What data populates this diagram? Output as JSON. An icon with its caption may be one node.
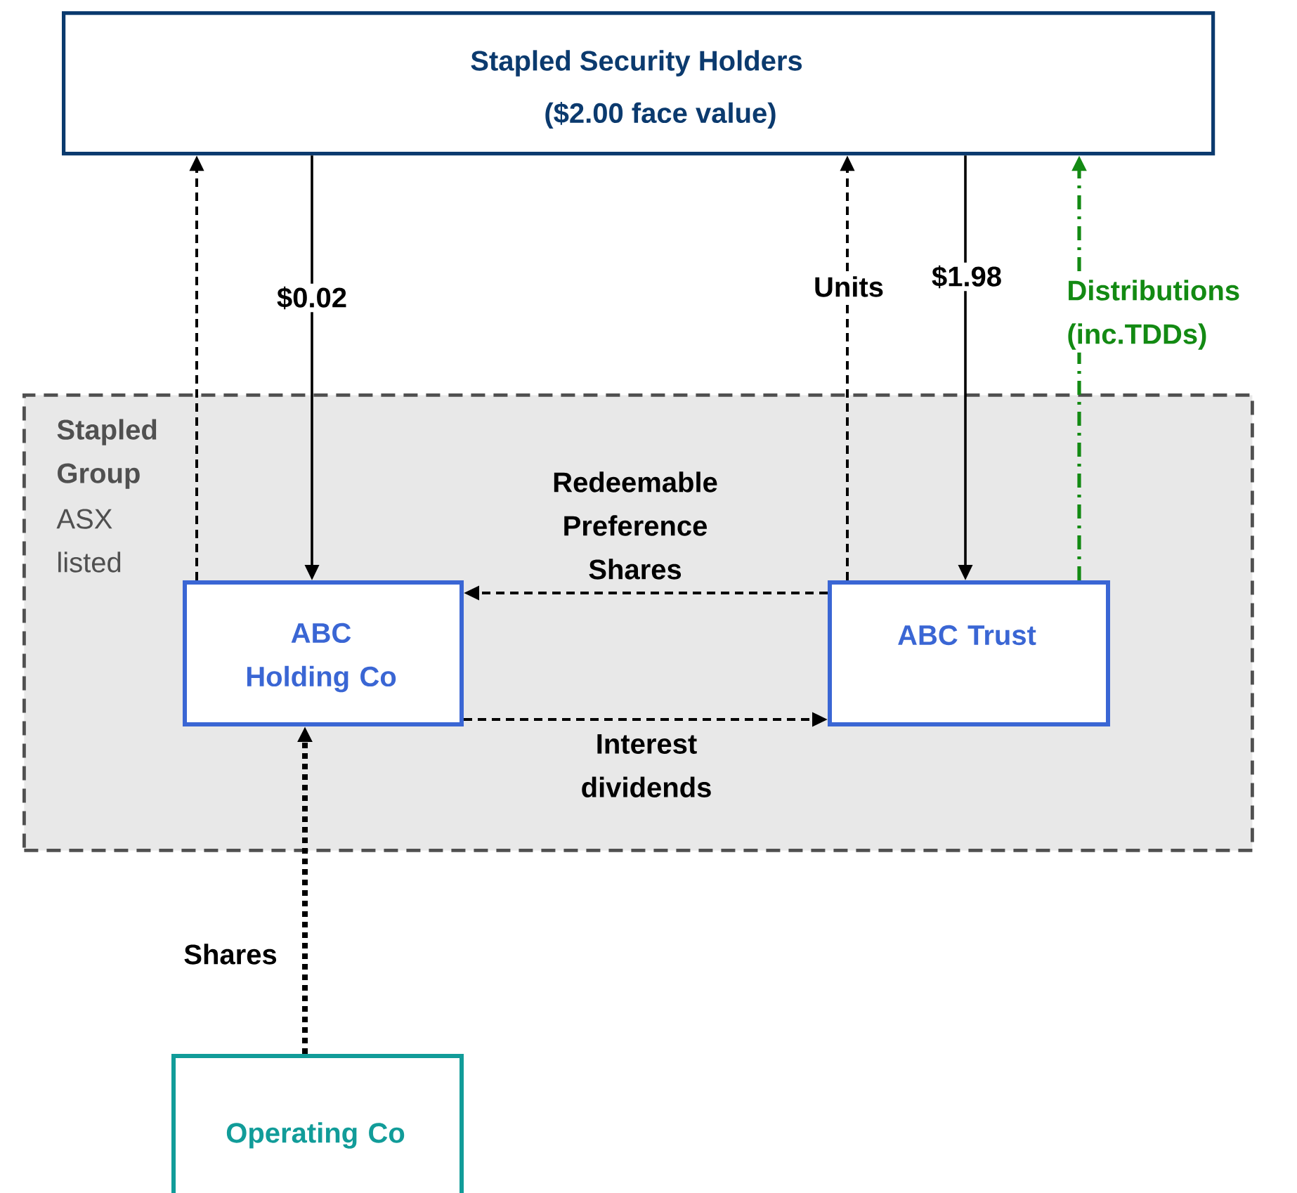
{
  "diagram": {
    "nodes": [
      {
        "text": [
          "Stapled Security Holders",
          "($2.00 face value)"
        ]
      },
      {
        "text": [
          "Stapled Group",
          "ASX listed"
        ]
      },
      {
        "text": [
          "ABC Holding Co"
        ],
        "in": 1
      },
      {
        "text": [
          "ABC Trust"
        ],
        "in": 1
      },
      {
        "text": [
          "Operating Co"
        ]
      }
    ],
    "edges": [
      {
        "from": 2,
        "to": 0,
        "arrow": "to",
        "style": "dashed"
      },
      {
        "from": 0,
        "to": 2,
        "arrow": "to",
        "label": "$0.02"
      },
      {
        "from": 3,
        "to": 0,
        "arrow": "to",
        "style": "dashed",
        "label": "Units"
      },
      {
        "from": 0,
        "to": 3,
        "arrow": "to",
        "label": "$1.98"
      },
      {
        "from": 3,
        "to": 0,
        "arrow": "to",
        "style": "dashed",
        "color": "#138a13",
        "label": "Distributions (inc.TDDs)"
      },
      {
        "from": 3,
        "to": 2,
        "arrow": "to",
        "style": "dashed",
        "label": "Redeemable Preference Shares"
      },
      {
        "from": 2,
        "to": 3,
        "arrow": "to",
        "style": "dashed",
        "label": "Interest dividends"
      },
      {
        "from": 4,
        "to": 2,
        "arrow": "to",
        "style": "dashed",
        "label": "Shares"
      }
    ]
  }
}
